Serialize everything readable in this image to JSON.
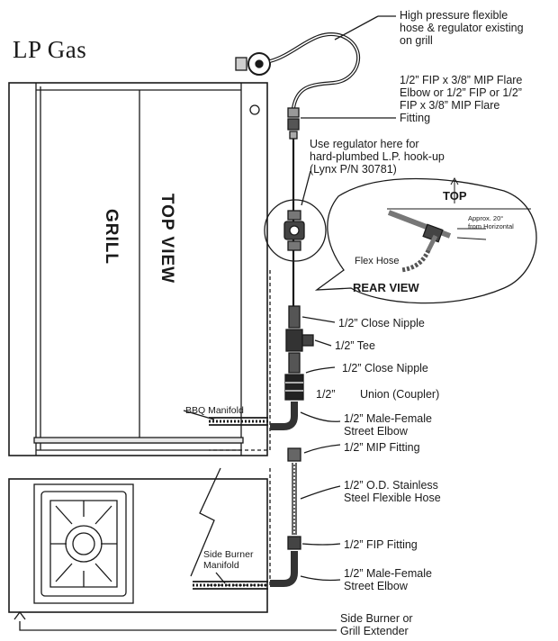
{
  "title": "LP Gas",
  "grill": {
    "label": "GRILL",
    "view": "TOP VIEW"
  },
  "labels": {
    "hose_regulator": "High pressure flexible\nhose & regulator existing\non grill",
    "flare_elbow": "1/2” FIP x 3/8” MIP Flare\nElbow or 1/2” FIP or 1/2”\nFIP x 3/8” MIP Flare\nFitting",
    "regulator_note": "Use regulator here for\nhard-plumbed L.P. hook-up\n(Lynx P/N 30781)",
    "close_nipple_1": "1/2” Close Nipple",
    "tee": "1/2” Tee",
    "close_nipple_2": "1/2” Close Nipple",
    "union_size": "1/2”",
    "union": "Union (Coupler)",
    "street_elbow_1": "1/2”  Male-Female\nStreet Elbow",
    "mip_fitting": "1/2” MIP Fitting",
    "flex_hose": "1/2” O.D. Stainless\nSteel Flexible Hose",
    "fip_fitting": "1/2”  FIP Fitting",
    "street_elbow_2": "1/2”  Male-Female\nStreet Elbow",
    "side_burner_extender": "Side Burner or\nGrill Extender",
    "bbq_manifold": "BBQ Manifold",
    "side_burner_manifold": "Side Burner\nManifold"
  },
  "rear_view": {
    "label": "REAR VIEW",
    "top": "TOP",
    "angle_note": "Approx. 20°\nfrom Horizontal",
    "flex_hose": "Flex Hose"
  }
}
